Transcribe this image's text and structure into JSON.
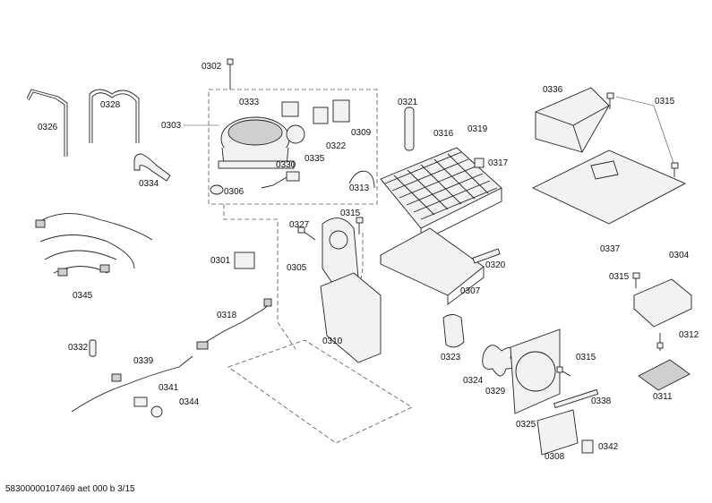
{
  "labels": [
    {
      "id": "0302",
      "text": "0302"
    },
    {
      "id": "0326",
      "text": "0326"
    },
    {
      "id": "0328",
      "text": "0328"
    },
    {
      "id": "0303",
      "text": "0303"
    },
    {
      "id": "0333",
      "text": "0333"
    },
    {
      "id": "0322",
      "text": "0322"
    },
    {
      "id": "0309",
      "text": "0309"
    },
    {
      "id": "0335",
      "text": "0335"
    },
    {
      "id": "0330",
      "text": "0330"
    },
    {
      "id": "0306",
      "text": "0306"
    },
    {
      "id": "0334",
      "text": "0334"
    },
    {
      "id": "0321",
      "text": "0321"
    },
    {
      "id": "0316",
      "text": "0316"
    },
    {
      "id": "0319",
      "text": "0319"
    },
    {
      "id": "0317",
      "text": "0317"
    },
    {
      "id": "0313",
      "text": "0313"
    },
    {
      "id": "0336",
      "text": "0336"
    },
    {
      "id": "0315a",
      "text": "0315"
    },
    {
      "id": "0337",
      "text": "0337"
    },
    {
      "id": "0327",
      "text": "0327"
    },
    {
      "id": "0315b",
      "text": "0315"
    },
    {
      "id": "0301",
      "text": "0301"
    },
    {
      "id": "0305",
      "text": "0305"
    },
    {
      "id": "0320",
      "text": "0320"
    },
    {
      "id": "0307",
      "text": "0307"
    },
    {
      "id": "0345",
      "text": "0345"
    },
    {
      "id": "0304",
      "text": "0304"
    },
    {
      "id": "0315c",
      "text": "0315"
    },
    {
      "id": "0318",
      "text": "0318"
    },
    {
      "id": "0310",
      "text": "0310"
    },
    {
      "id": "0323",
      "text": "0323"
    },
    {
      "id": "0312",
      "text": "0312"
    },
    {
      "id": "0332",
      "text": "0332"
    },
    {
      "id": "0339",
      "text": "0339"
    },
    {
      "id": "0315d",
      "text": "0315"
    },
    {
      "id": "0324",
      "text": "0324"
    },
    {
      "id": "0329",
      "text": "0329"
    },
    {
      "id": "0311",
      "text": "0311"
    },
    {
      "id": "0341",
      "text": "0341"
    },
    {
      "id": "0344",
      "text": "0344"
    },
    {
      "id": "0338",
      "text": "0338"
    },
    {
      "id": "0325",
      "text": "0325"
    },
    {
      "id": "0342",
      "text": "0342"
    },
    {
      "id": "0308",
      "text": "0308"
    }
  ],
  "footer": "58300000107469 aet 000 b 3/15"
}
